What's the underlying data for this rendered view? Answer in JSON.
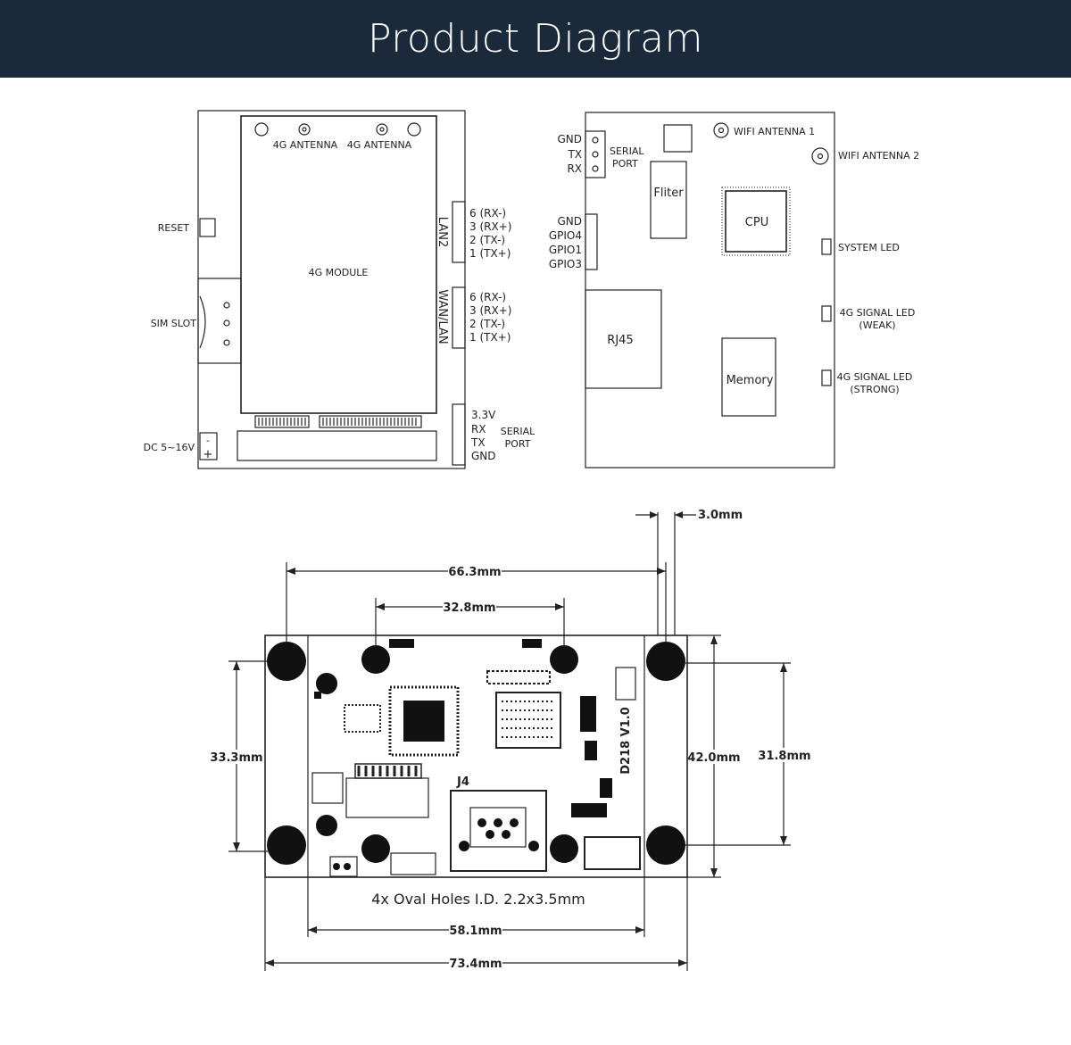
{
  "header": {
    "title": "Product Diagram",
    "background": "#1b2a3a"
  },
  "panel_left": {
    "antenna_1": "4G ANTENNA",
    "antenna_2": "4G ANTENNA",
    "reset": "RESET",
    "sim_slot": "SIM SLOT",
    "module": "4G MODULE",
    "dc_in": "DC 5~16V",
    "lan2": "LAN2",
    "wan_lan": "WAN/LAN",
    "lan2_pins": [
      "6 (RX-)",
      "3 (RX+)",
      "2 (TX-)",
      "1 (TX+)"
    ],
    "wan_pins": [
      "6 (RX-)",
      "3 (RX+)",
      "2 (TX-)",
      "1 (TX+)"
    ],
    "serial_pins": [
      "3.3V",
      "RX",
      "TX",
      "GND"
    ],
    "serial_label_1": "SERIAL",
    "serial_label_2": "PORT"
  },
  "panel_right": {
    "serial_pins": [
      "GND",
      "TX",
      "RX"
    ],
    "serial_label_1": "SERIAL",
    "serial_label_2": "PORT",
    "gpio_pins": [
      "GND",
      "GPIO4",
      "GPIO1",
      "GPIO3"
    ],
    "filter": "Fliter",
    "cpu": "CPU",
    "rj45": "RJ45",
    "memory": "Memory",
    "wifi_antenna_1": "WIFI ANTENNA 1",
    "wifi_antenna_2": "WIFI ANTENNA 2",
    "system_led": "SYSTEM LED",
    "led_weak_1": "4G SIGNAL LED",
    "led_weak_2": "(WEAK)",
    "led_strong_1": "4G SIGNAL LED",
    "led_strong_2": "(STRONG)"
  },
  "board": {
    "dim_top_gap": "3.0mm",
    "dim_66": "66.3mm",
    "dim_32": "32.8mm",
    "dim_33": "33.3mm",
    "dim_42": "42.0mm",
    "dim_31": "31.8mm",
    "dim_58": "58.1mm",
    "dim_73": "73.4mm",
    "holes_note": "4x Oval Holes I.D. 2.2x3.5mm",
    "silk_model": "D218 V1.0",
    "silk_j4": "J4"
  }
}
